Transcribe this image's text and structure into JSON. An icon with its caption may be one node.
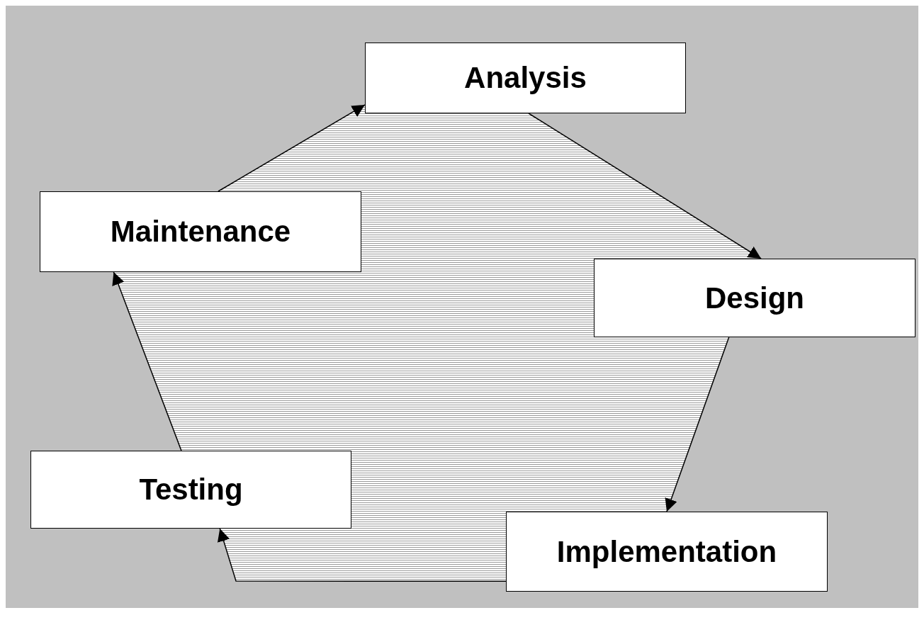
{
  "diagram": {
    "nodes": [
      {
        "text": [
          "Analysis"
        ]
      },
      {
        "text": [
          "Design"
        ]
      },
      {
        "text": [
          "Implementation"
        ]
      },
      {
        "text": [
          "Testing"
        ]
      },
      {
        "text": [
          "Maintenance"
        ]
      }
    ],
    "edges": [
      {
        "from": 0,
        "to": 1,
        "arrow": "to"
      },
      {
        "from": 1,
        "to": 2,
        "arrow": "to"
      },
      {
        "from": 2,
        "to": 3,
        "arrow": "to"
      },
      {
        "from": 3,
        "to": 4,
        "arrow": "to"
      },
      {
        "from": 4,
        "to": 0,
        "arrow": "to"
      }
    ]
  }
}
